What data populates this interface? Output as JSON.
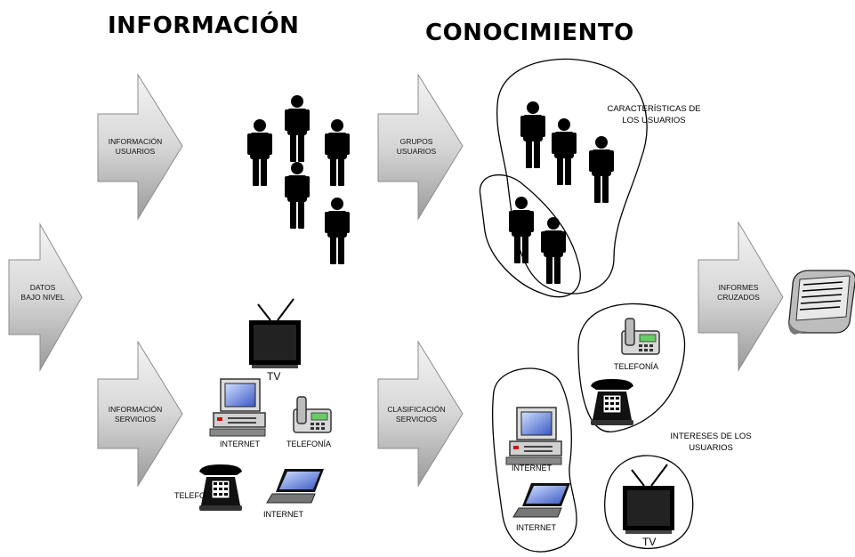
{
  "headings": {
    "informacion": "INFORMACIÓN",
    "conocimiento": "CONOCIMIENTO"
  },
  "arrows": {
    "datos": [
      "DATOS",
      "BAJO NIVEL"
    ],
    "info_usuarios": [
      "INFORMACIÓN",
      "USUARIOS"
    ],
    "info_servicios": [
      "INFORMACIÓN",
      "SERVICIOS"
    ],
    "grupos": [
      "GRUPOS",
      "USUARIOS"
    ],
    "clasificacion": [
      "CLASIFICACIÓN",
      "SERVICIOS"
    ],
    "informes": [
      "INFORMES",
      "CRUZADOS"
    ]
  },
  "groups": {
    "caracteristicas": [
      "CARACTERÍSTICAS DE",
      "LOS USUARIOS"
    ],
    "intereses": [
      "INTERESES DE LOS",
      "USUARIOS"
    ]
  },
  "device_labels": {
    "tv": "TV",
    "internet": "INTERNET",
    "telefonia": "TELEFONÍA",
    "telefono_partial": "TELEFO"
  },
  "colors": {
    "arrow_fill": "#d9d9d9",
    "arrow_edge": "#8c8c8c",
    "figure": "#000000",
    "screen": "#4a63c8"
  }
}
